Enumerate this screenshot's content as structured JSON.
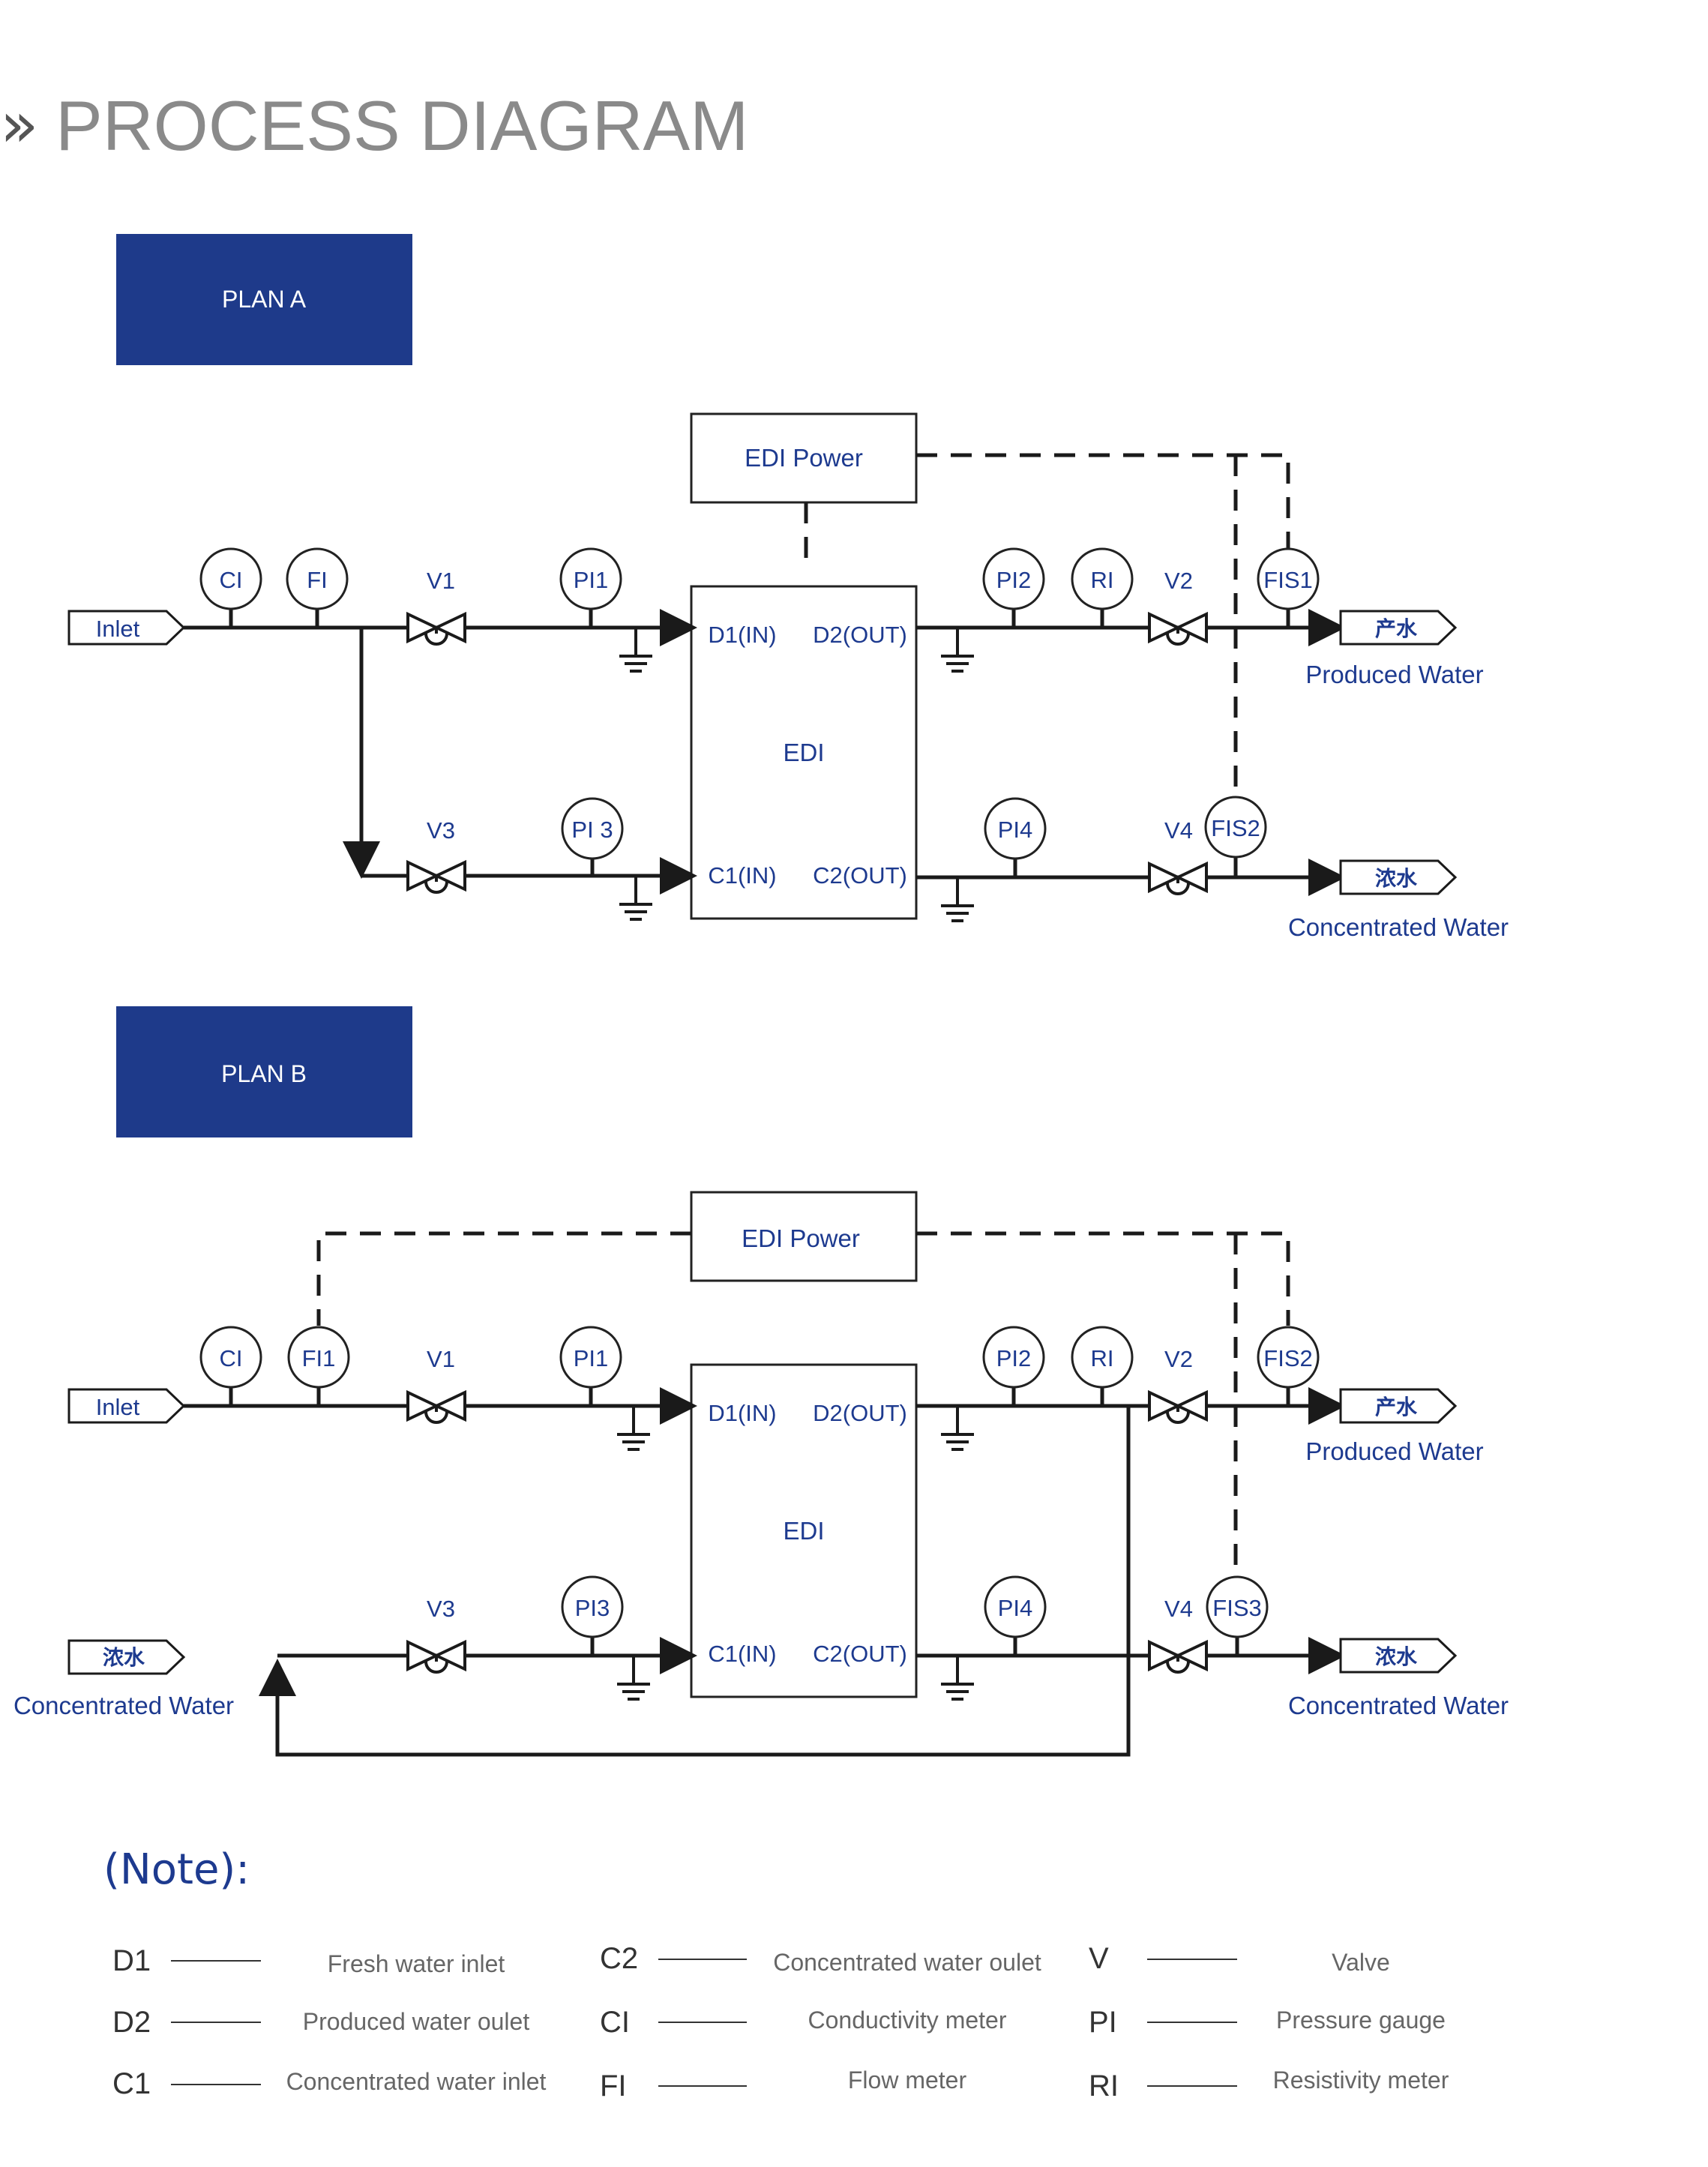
{
  "page": {
    "title": "PROCESS DIAGRAM"
  },
  "plan_a": {
    "title": "PLAN A",
    "edi_power": "EDI Power",
    "edi": "EDI",
    "ports": {
      "d1": "D1(IN)",
      "d2": "D2(OUT)",
      "c1": "C1(IN)",
      "c2": "C2(OUT)"
    },
    "instruments": {
      "ci": "CI",
      "fi": "FI",
      "v1": "V1",
      "pi1": "PI1",
      "v3": "V3",
      "pi3": "PI 3",
      "pi2": "PI2",
      "ri": "RI",
      "v2": "V2",
      "fis1": "FIS1",
      "pi4": "PI4",
      "v4": "V4",
      "fis2": "FIS2"
    },
    "inlet": "Inlet",
    "produced_tag": "产水",
    "produced_caption": "Produced Water",
    "concentrated_tag": "浓水",
    "concentrated_caption": "Concentrated Water"
  },
  "plan_b": {
    "title": "PLAN B",
    "edi_power": "EDI Power",
    "edi": "EDI",
    "ports": {
      "d1": "D1(IN)",
      "d2": "D2(OUT)",
      "c1": "C1(IN)",
      "c2": "C2(OUT)"
    },
    "instruments": {
      "ci": "CI",
      "fi1": "FI1",
      "v1": "V1",
      "pi1": "PI1",
      "v3": "V3",
      "pi3": "PI3",
      "pi2": "PI2",
      "ri": "RI",
      "v2": "V2",
      "fis2": "FIS2",
      "pi4": "PI4",
      "v4": "V4",
      "fis3": "FIS3"
    },
    "inlet": "Inlet",
    "left_concentrated_tag": "浓水",
    "left_concentrated_caption": "Concentrated Water",
    "produced_tag": "产水",
    "produced_caption": "Produced Water",
    "concentrated_tag": "浓水",
    "concentrated_caption": "Concentrated Water"
  },
  "note": {
    "title": "(Note):",
    "items": [
      {
        "abbr": "D1",
        "def": "Fresh   water   inlet"
      },
      {
        "abbr": "D2",
        "def": "Produced water oulet"
      },
      {
        "abbr": "C1",
        "def": "Concentrated water inlet"
      },
      {
        "abbr": "C2",
        "def": "Concentrated water oulet"
      },
      {
        "abbr": "CI",
        "def": "Conductivity meter"
      },
      {
        "abbr": "FI",
        "def": "Flow meter"
      },
      {
        "abbr": "V",
        "def": "Valve"
      },
      {
        "abbr": "PI",
        "def": "Pressure gauge"
      },
      {
        "abbr": "RI",
        "def": "Resistivity meter"
      }
    ]
  },
  "colors": {
    "plan_box": "#1e3a8a",
    "label_blue": "#1d3a8f",
    "heading_grey": "#8a8a8a"
  }
}
